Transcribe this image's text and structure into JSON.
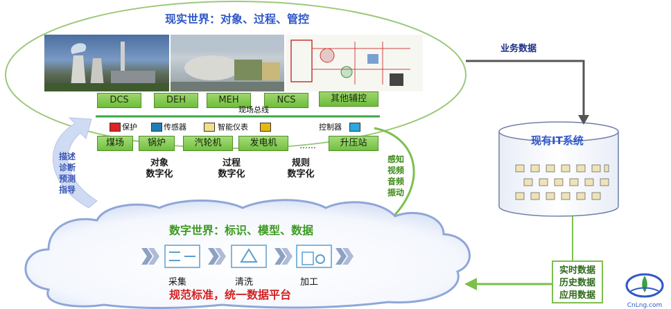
{
  "real_world_title": "现实世界：对象、过程、管控",
  "business_data_label": "业务数据",
  "fieldbus_label": "现场总线",
  "systems": [
    "DCS",
    "DEH",
    "MEH",
    "NCS",
    "其他辅控"
  ],
  "sensors": [
    {
      "label": "保护",
      "color": "#e22222"
    },
    {
      "label": "传感器",
      "color": "#1f7fb5"
    },
    {
      "label": "智能仪表",
      "color": "#f0e08a"
    },
    {
      "label": "",
      "color": "#e7b812"
    },
    {
      "label": "控制器",
      "color": "#29a8e0"
    }
  ],
  "units": [
    "煤场",
    "锅炉",
    "汽轮机",
    "发电机",
    "升压站"
  ],
  "ellipsis": "……",
  "digitize": [
    {
      "line1": "对象",
      "line2": "数字化"
    },
    {
      "line1": "过程",
      "line2": "数字化"
    },
    {
      "line1": "规则",
      "line2": "数字化"
    }
  ],
  "left_arrow_text": [
    "描述",
    "诊断",
    "预测",
    "指导"
  ],
  "right_arrow_text": [
    "感知",
    "视频",
    "音频",
    "振动"
  ],
  "it_system_title": "现有IT系统",
  "digital_world_title": "数字世界：标识、模型、数据",
  "steps": [
    "采集",
    "清洗",
    "加工"
  ],
  "platform_slogan": "规范标准，统一数据平台",
  "data_box_lines": [
    "实时数据",
    "历史数据",
    "应用数据"
  ],
  "logo_text": "CnLng.com",
  "colors": {
    "blue_title": "#2f57c8",
    "green_title": "#3a9a1e",
    "red_slogan": "#d42020",
    "arrow_green": "#7cbf4a",
    "arrow_blue": "#c9d6f2"
  }
}
